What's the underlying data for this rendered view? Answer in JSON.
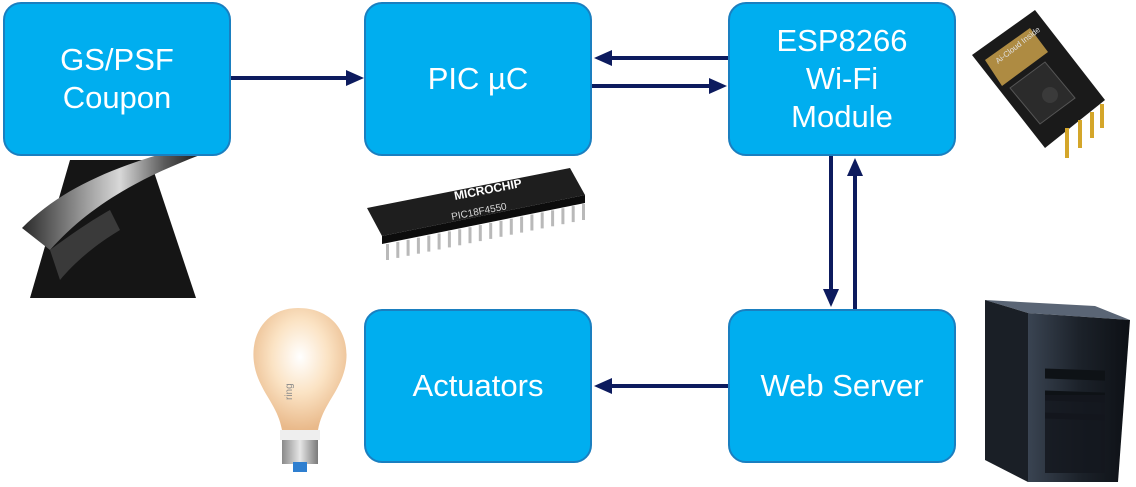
{
  "diagram": {
    "nodes": {
      "coupon": "GS/PSF\nCoupon",
      "pic": "PIC µC",
      "esp": "ESP8266\nWi-Fi\nModule",
      "actuators": "Actuators",
      "web_server": "Web Server"
    },
    "edges": [
      {
        "from": "coupon",
        "to": "pic"
      },
      {
        "from": "esp",
        "to": "pic"
      },
      {
        "from": "pic",
        "to": "esp"
      },
      {
        "from": "esp",
        "to": "web_server"
      },
      {
        "from": "web_server",
        "to": "esp"
      },
      {
        "from": "web_server",
        "to": "actuators"
      }
    ],
    "chip_brand": "MICROCHIP",
    "chip_part": "PIC18F4550",
    "bulb_brand": "ring",
    "wifi_module_text": "Ai-Cloud Inside"
  },
  "colors": {
    "box_fill": "#00aeef",
    "box_border": "#1a7fc0",
    "arrow": "#0d1b5e",
    "text": "#ffffff"
  },
  "icons": [
    "coupon-strip-image",
    "microchip-icon",
    "wifi-module-icon",
    "light-bulb-icon",
    "server-tower-icon"
  ]
}
